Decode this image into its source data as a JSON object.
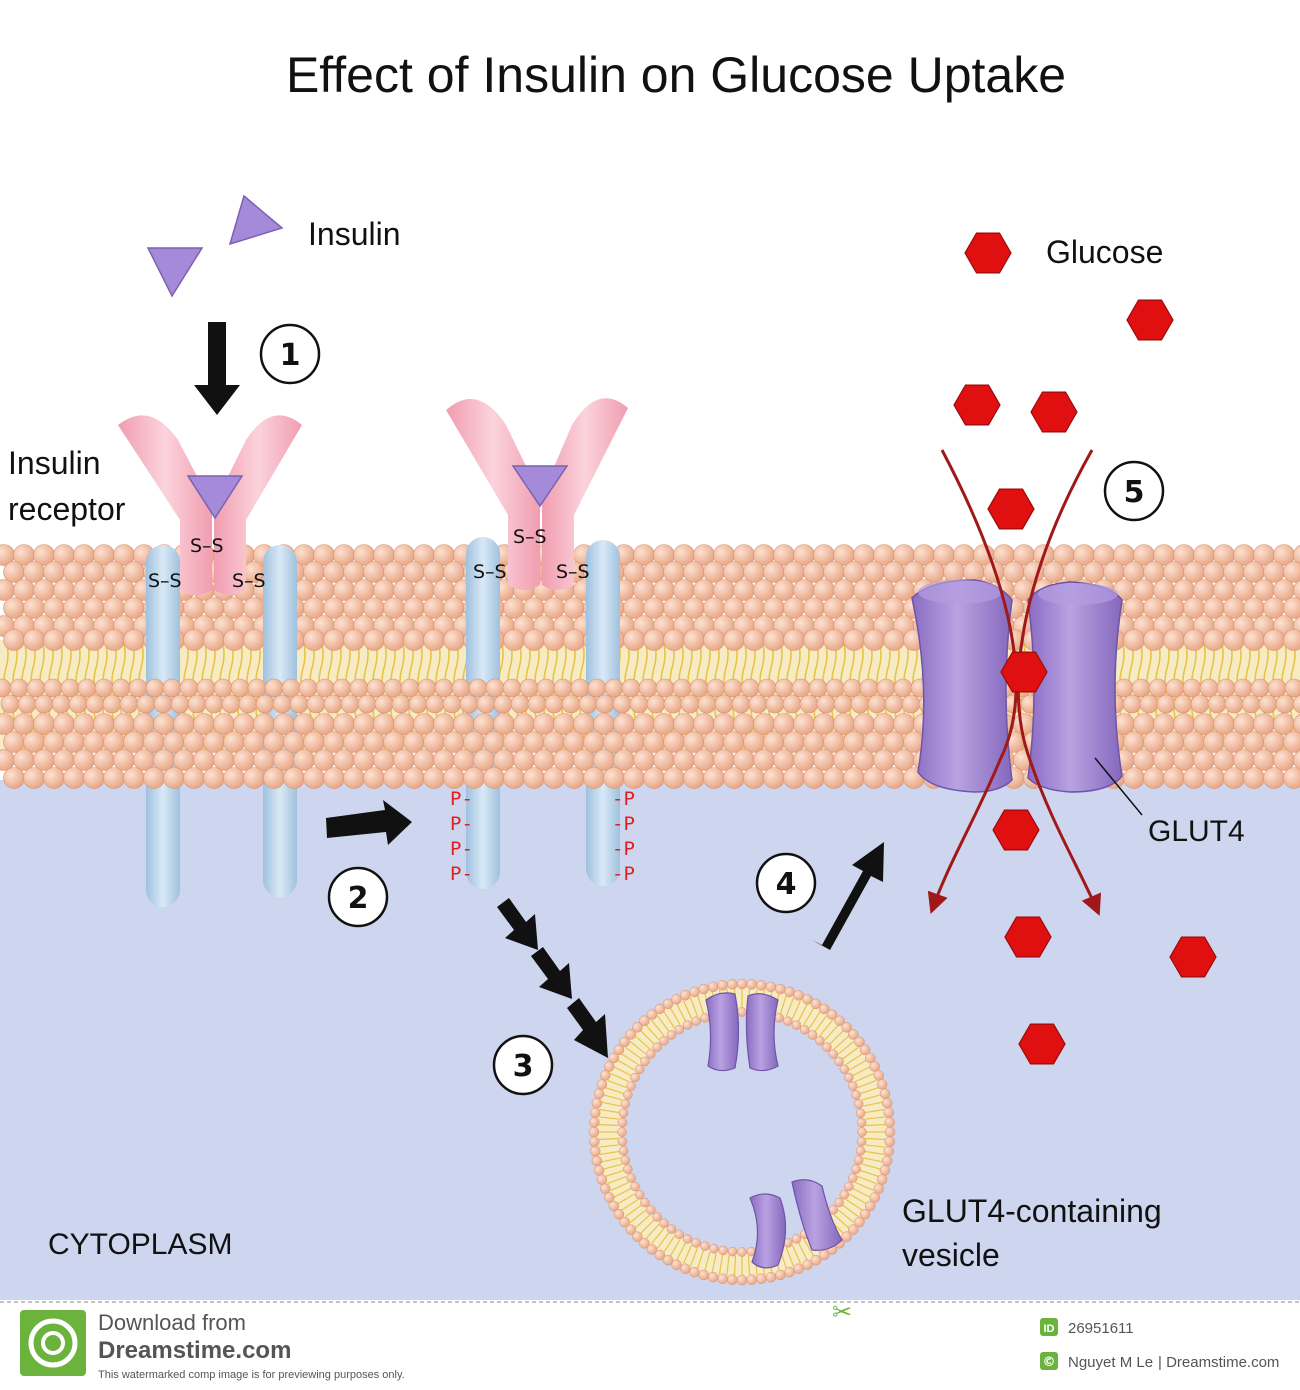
{
  "title": "Effect of Insulin on Glucose Uptake",
  "labels": {
    "insulin": "Insulin",
    "glucose": "Glucose",
    "receptor_line1": "Insulin",
    "receptor_line2": "receptor",
    "glut4": "GLUT4",
    "vesicle_line1": "GLUT4-containing",
    "vesicle_line2": "vesicle",
    "cytoplasm": "CYTOPLASM",
    "disulfide": "S–S",
    "phospho_left": "P-",
    "phospho_right": "-P"
  },
  "steps": [
    "1",
    "2",
    "3",
    "4",
    "5"
  ],
  "footer": {
    "download_line1": "Download from",
    "download_line2": "Dreamstime.com",
    "disclaimer": "This watermarked comp image is for previewing purposes only.",
    "id_badge": "ID",
    "id_value": "26951611",
    "author_badge": "©",
    "author": "Nguyet M Le",
    "site": "| Dreamstime.com"
  },
  "colors": {
    "cytoplasm": "#cdd6ee",
    "lipid_head": "#f0b89a",
    "lipid_tail": "#e8c34a",
    "receptor_alpha": "#f4b8c4",
    "receptor_beta": "#bcd6ec",
    "insulin": "#a48ad8",
    "glucose": "#e01010",
    "glut4": "#9c80cf",
    "transport_arrow": "#a01818",
    "phosphate": "#e02020",
    "footer_green": "#6cb33e"
  }
}
